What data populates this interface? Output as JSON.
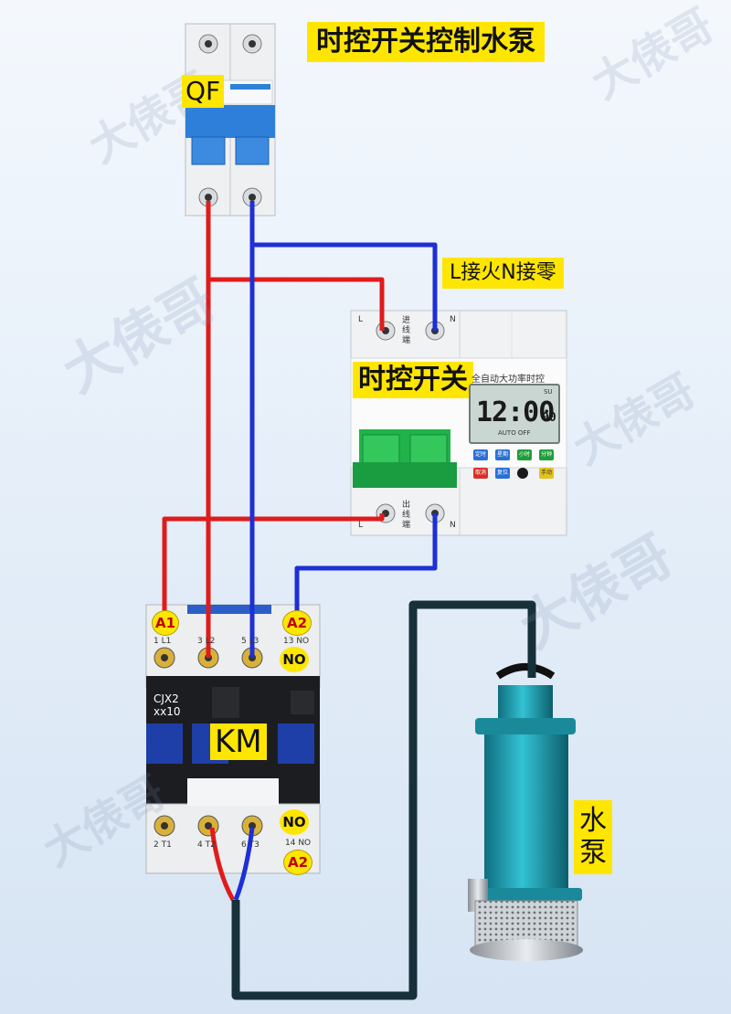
{
  "title": "时控开关控制水泵",
  "labels": {
    "breaker": "QF",
    "line_neutral_note": "L接火N接零",
    "timer_switch": "时控开关",
    "contactor": "KM",
    "pump": "水泵"
  },
  "contactor": {
    "model_line1": "CJX2",
    "model_line2": "xx10",
    "coil_a1": "A1",
    "coil_a2": "A2",
    "aux_no": "NO",
    "top_terminals": [
      "1 L1",
      "3 L2",
      "5 L3",
      "13 NO"
    ],
    "bottom_terminals": [
      "2 T1",
      "4 T2",
      "6 T3",
      "14 NO"
    ]
  },
  "timer": {
    "header": "全自动大功率时控",
    "display_time": "12:00",
    "display_seconds": "00",
    "display_day": "SU",
    "display_mode": "AUTO OFF",
    "in_label": "进线端",
    "out_label": "出线端",
    "L": "L",
    "N": "N",
    "buttons": [
      {
        "label": "定时",
        "color": "#2a6fd6"
      },
      {
        "label": "星期",
        "color": "#2a6fd6"
      },
      {
        "label": "小时",
        "color": "#1f9e3a"
      },
      {
        "label": "分钟",
        "color": "#1f9e3a"
      },
      {
        "label": "取消",
        "color": "#d6302a"
      },
      {
        "label": "复位",
        "color": "#2a6fd6"
      },
      {
        "label": "",
        "color": "#1a1a1a"
      },
      {
        "label": "手动",
        "color": "#e5c21c"
      }
    ]
  },
  "watermark": "大俵哥",
  "colors": {
    "live_wire": "#e01b1b",
    "neutral_wire": "#1d2fd6",
    "hose": "#17303a",
    "breaker_blue": "#2e7fd9",
    "timer_green": "#1fb34a",
    "pump_teal": "#1d9fb3",
    "label_yellow": "#ffe600"
  }
}
